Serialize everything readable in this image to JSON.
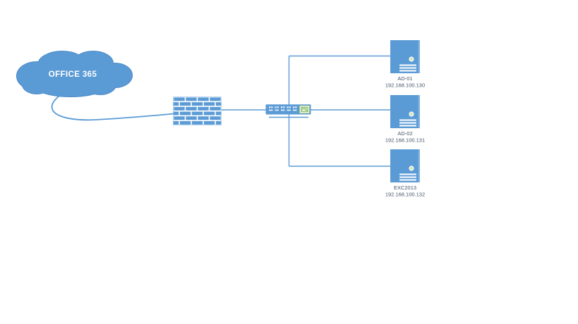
{
  "diagram_type": "network-topology",
  "cloud": {
    "label": "OFFICE 365"
  },
  "firewall": {
    "icon": "firewall-icon"
  },
  "switch": {
    "icon": "network-switch-icon",
    "status_icon": "green-photo-badge-icon"
  },
  "servers": [
    {
      "name": "AD-01",
      "ip": "192.168.100.130"
    },
    {
      "name": "AD-02",
      "ip": "192.168.100.131"
    },
    {
      "name": "EXC2013",
      "ip": "192.168.100.132"
    }
  ],
  "colors": {
    "shape_blue": "#5b9bd5",
    "shape_blue_edge": "#4a88c6",
    "server_highlight": "#85b3e1",
    "connector_blue": "#5b9bd5",
    "label_text": "#44546a",
    "cloud_label_text": "#ffffff",
    "led_green": "#d6e6b8",
    "switch_icon_green": "#70ad47",
    "switch_icon_green_light": "#a9d18e",
    "background": "#ffffff"
  }
}
